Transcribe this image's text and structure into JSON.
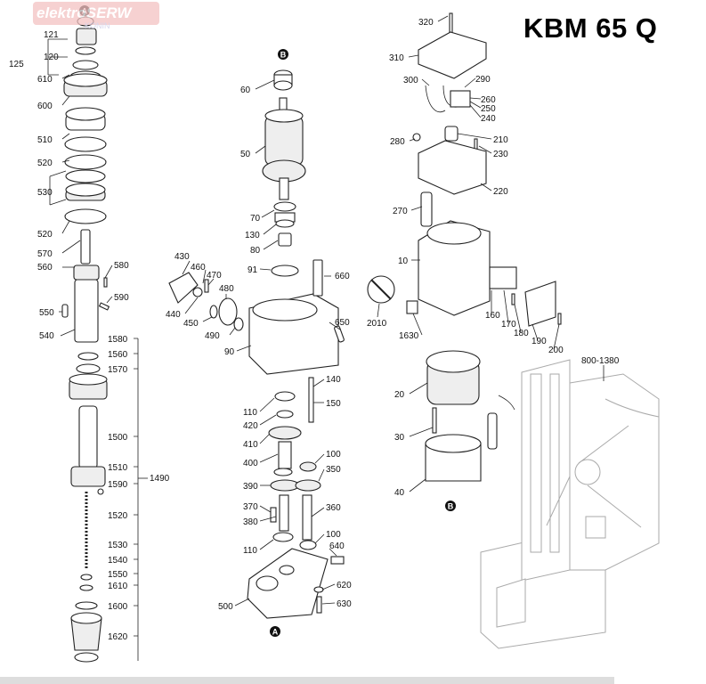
{
  "title": "KBM 65 Q",
  "watermark": {
    "text": "elektroSERW",
    "sub": "KONIN"
  },
  "markers": {
    "a": "A",
    "b": "B"
  },
  "labels": {
    "l125": "125",
    "l121": "121",
    "l120": "120",
    "l610": "610",
    "l600": "600",
    "l510": "510",
    "l520a": "520",
    "l530": "530",
    "l520b": "520",
    "l570": "570",
    "l560": "560",
    "l580": "580",
    "l590": "590",
    "l550": "550",
    "l540": "540",
    "l1580": "1580",
    "l1560": "1560",
    "l1570": "1570",
    "l1500": "1500",
    "l1510": "1510",
    "l1590": "1590",
    "l1490": "1490",
    "l1520": "1520",
    "l1530": "1530",
    "l1540": "1540",
    "l1550": "1550",
    "l1610": "1610",
    "l1600": "1600",
    "l1620": "1620",
    "l60": "60",
    "l50": "50",
    "l70": "70",
    "l130": "130",
    "l80": "80",
    "l91": "91",
    "l660": "660",
    "l430": "430",
    "l460": "460",
    "l470": "470",
    "l480": "480",
    "l440": "440",
    "l450": "450",
    "l490": "490",
    "l90": "90",
    "l650": "650",
    "l140": "140",
    "l150": "150",
    "l110a": "110",
    "l420": "420",
    "l410": "410",
    "l400": "400",
    "l100a": "100",
    "l350": "350",
    "l390": "390",
    "l370": "370",
    "l360": "360",
    "l380": "380",
    "l110b": "110",
    "l100b": "100",
    "l640": "640",
    "l500": "500",
    "l620": "620",
    "l630": "630",
    "l320": "320",
    "l310": "310",
    "l300": "300",
    "l290": "290",
    "l260": "260",
    "l250": "250",
    "l240": "240",
    "l280": "280",
    "l210": "210",
    "l230": "230",
    "l220": "220",
    "l270": "270",
    "l10": "10",
    "l2010": "2010",
    "l160": "160",
    "l170": "170",
    "l180": "180",
    "l190": "190",
    "l200": "200",
    "l1630": "1630",
    "l20": "20",
    "l30": "30",
    "l40": "40",
    "l800": "800-1380"
  }
}
